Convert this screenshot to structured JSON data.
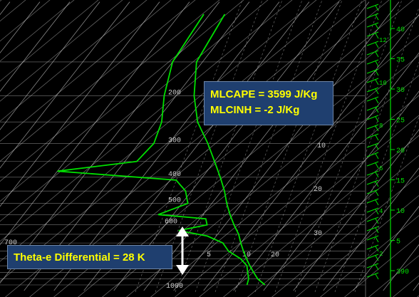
{
  "chart_data": {
    "type": "line",
    "title": "",
    "xlabel": "",
    "ylabel": "",
    "pressure_levels_hpa": [
      200,
      300,
      400,
      500,
      600,
      700,
      1000
    ],
    "pressure_labels": [
      "200",
      "300",
      "400",
      "500",
      "600",
      "700",
      "1000"
    ],
    "mixing_ratio_labels": [
      "10",
      "20",
      "30"
    ],
    "temperature_labels": [
      "5",
      "10",
      "20"
    ],
    "height_axis": {
      "labels": [
        "40",
        "35",
        "30",
        "25",
        "20",
        "15",
        "10",
        "5",
        "390"
      ],
      "unit": "",
      "ticks": [
        "12",
        "10",
        "8",
        "6",
        "4",
        "2"
      ]
    },
    "series": [
      {
        "color": "#00e000",
        "points": [
          {
            "p": 100,
            "t": -55
          },
          {
            "p": 150,
            "t": -52
          },
          {
            "p": 200,
            "t": -44
          },
          {
            "p": 250,
            "t": -36
          },
          {
            "p": 300,
            "t": -27
          },
          {
            "p": 350,
            "t": -20
          },
          {
            "p": 400,
            "t": -14
          },
          {
            "p": 450,
            "t": -9
          },
          {
            "p": 500,
            "t": -5
          },
          {
            "p": 550,
            "t": -1
          },
          {
            "p": 600,
            "t": 3
          },
          {
            "p": 650,
            "t": 7
          },
          {
            "p": 700,
            "t": 10
          },
          {
            "p": 750,
            "t": 13
          },
          {
            "p": 800,
            "t": 16
          },
          {
            "p": 850,
            "t": 19
          },
          {
            "p": 900,
            "t": 22
          },
          {
            "p": 950,
            "t": 25
          },
          {
            "p": 1000,
            "t": 29
          }
        ]
      },
      {
        "color": "#00e000",
        "points": [
          {
            "p": 100,
            "t": -62
          },
          {
            "p": 150,
            "t": -60
          },
          {
            "p": 200,
            "t": -54
          },
          {
            "p": 250,
            "t": -48
          },
          {
            "p": 300,
            "t": -45
          },
          {
            "p": 350,
            "t": -46
          },
          {
            "p": 380,
            "t": -70
          },
          {
            "p": 410,
            "t": -28
          },
          {
            "p": 450,
            "t": -22
          },
          {
            "p": 500,
            "t": -18
          },
          {
            "p": 550,
            "t": -25
          },
          {
            "p": 570,
            "t": -8
          },
          {
            "p": 600,
            "t": -6
          },
          {
            "p": 630,
            "t": -14
          },
          {
            "p": 660,
            "t": -3
          },
          {
            "p": 700,
            "t": 4
          },
          {
            "p": 750,
            "t": 8
          },
          {
            "p": 800,
            "t": 14
          },
          {
            "p": 850,
            "t": 18
          },
          {
            "p": 900,
            "t": 20
          },
          {
            "p": 950,
            "t": 22
          },
          {
            "p": 1000,
            "t": 23
          }
        ]
      }
    ],
    "annotations": [
      "MLCAPE = 3599 J/Kg",
      "MLCINH = -2 J/Kg",
      "Theta-e Differential = 28 K"
    ],
    "grid": true
  },
  "callouts": {
    "cape_line1": "MLCAPE = 3599 J/Kg",
    "cape_line2": "MLCINH = -2 J/Kg",
    "thetae": "Theta-e Differential = 28 K"
  },
  "colors": {
    "background": "#000000",
    "grid": "#c8c8c8",
    "trace": "#00e000",
    "callout_bg": "#1f3f6f",
    "callout_text": "#ffff00",
    "arrow": "#ffffff"
  }
}
